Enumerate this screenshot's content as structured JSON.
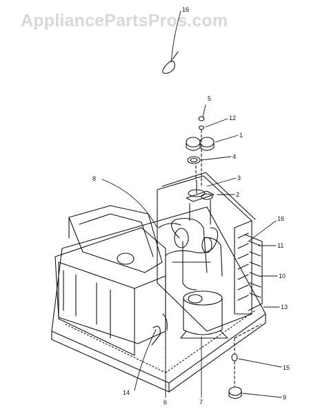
{
  "watermark": {
    "text": "AppliancePartsPros.com"
  },
  "callouts": [
    {
      "id": "c16a",
      "text": "16"
    },
    {
      "id": "c5",
      "text": "5"
    },
    {
      "id": "c12",
      "text": "12"
    },
    {
      "id": "c1",
      "text": "1"
    },
    {
      "id": "c4",
      "text": "4"
    },
    {
      "id": "c8",
      "text": "8"
    },
    {
      "id": "c3",
      "text": "3"
    },
    {
      "id": "c2",
      "text": "2"
    },
    {
      "id": "c16b",
      "text": "16"
    },
    {
      "id": "c11",
      "text": "11"
    },
    {
      "id": "c10",
      "text": "10"
    },
    {
      "id": "c13",
      "text": "13"
    },
    {
      "id": "c15",
      "text": "15"
    },
    {
      "id": "c9",
      "text": "9"
    },
    {
      "id": "c14",
      "text": "14"
    },
    {
      "id": "c6",
      "text": "6"
    },
    {
      "id": "c7",
      "text": "7"
    }
  ]
}
